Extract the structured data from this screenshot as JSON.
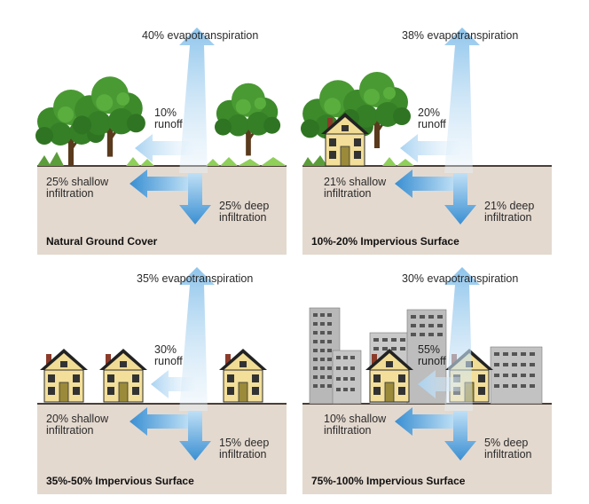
{
  "panels": [
    {
      "title": "Natural Ground Cover",
      "evapotranspiration": "40% evapotranspiration",
      "runoff_pct": "10%",
      "runoff_word": "runoff",
      "shallow_pct": "25% shallow",
      "shallow_word": "infiltration",
      "deep_pct": "25% deep",
      "deep_word": "infiltration"
    },
    {
      "title": "10%-20% Impervious Surface",
      "evapotranspiration": "38% evapotranspiration",
      "runoff_pct": "20%",
      "runoff_word": "runoff",
      "shallow_pct": "21% shallow",
      "shallow_word": "infiltration",
      "deep_pct": "21% deep",
      "deep_word": "infiltration"
    },
    {
      "title": "35%-50% Impervious Surface",
      "evapotranspiration": "35% evapotranspiration",
      "runoff_pct": "30%",
      "runoff_word": "runoff",
      "shallow_pct": "20% shallow",
      "shallow_word": "infiltration",
      "deep_pct": "15% deep",
      "deep_word": "infiltration"
    },
    {
      "title": "75%-100% Impervious Surface",
      "evapotranspiration": "30% evapotranspiration",
      "runoff_pct": "55%",
      "runoff_word": "runoff",
      "shallow_pct": "10% shallow",
      "shallow_word": "infiltration",
      "deep_pct": "5% deep",
      "deep_word": "infiltration"
    }
  ],
  "colors": {
    "soil": "#e4d9cf",
    "ground_line": "#4a3f36",
    "arrow_blue": "#3f97d6",
    "arrow_light": "#d6eaf7",
    "tree_green": "#3f8f2c",
    "house_yellow": "#f3df9a",
    "roof": "#222222",
    "building_gray": "#b4b4b4"
  }
}
